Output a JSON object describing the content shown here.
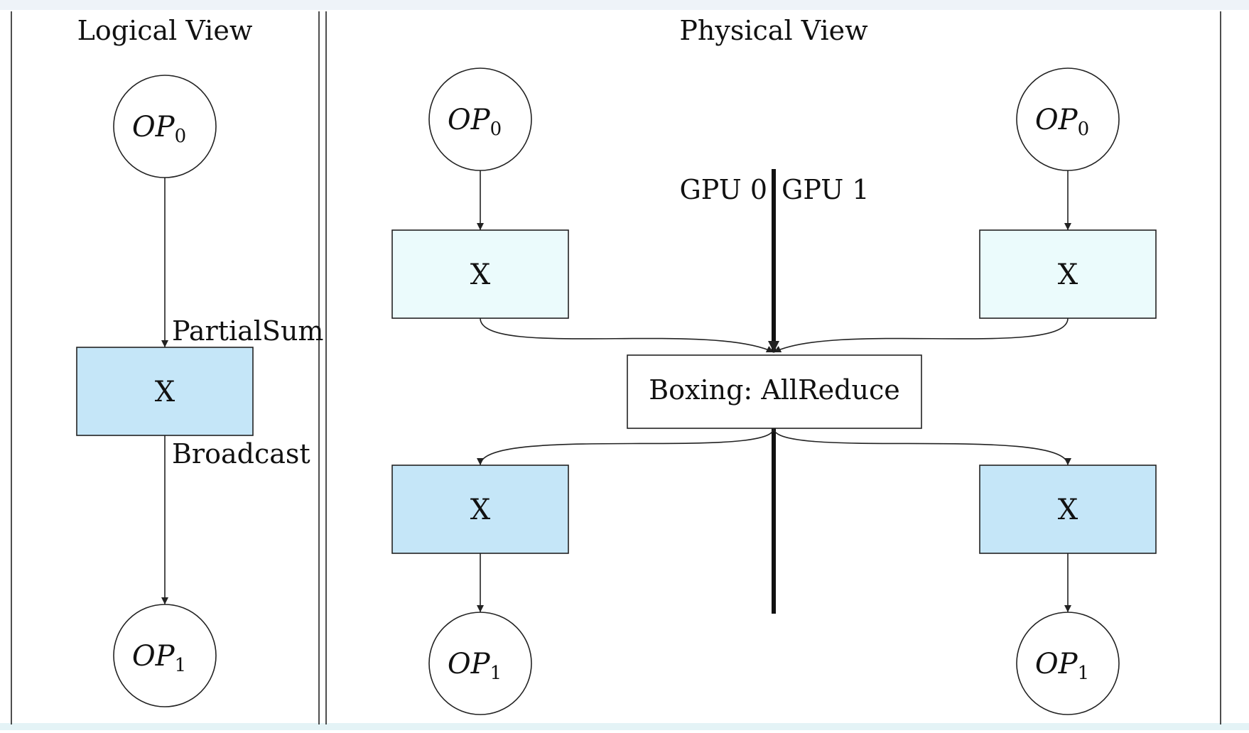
{
  "panels": {
    "logical_title": "Logical View",
    "physical_title": "Physical View"
  },
  "logical": {
    "op_top": {
      "base": "OP",
      "sub": "0"
    },
    "box_label": "X",
    "op_bottom": {
      "base": "OP",
      "sub": "1"
    },
    "label_in": "PartialSum",
    "label_out": "Broadcast"
  },
  "physical": {
    "gpu0_label": "GPU 0",
    "gpu1_label": "GPU 1",
    "op_top_left": {
      "base": "OP",
      "sub": "0"
    },
    "op_top_right": {
      "base": "OP",
      "sub": "0"
    },
    "box_top_left": "X",
    "box_top_right": "X",
    "boxing_label": "Boxing: AllReduce",
    "box_bottom_left": "X",
    "box_bottom_right": "X",
    "op_bottom_left": {
      "base": "OP",
      "sub": "1"
    },
    "op_bottom_right": {
      "base": "OP",
      "sub": "1"
    }
  },
  "colors": {
    "partial_box_fill": "#ebfbfc",
    "broadcast_box_fill": "#c5e6f8",
    "stroke": "#222222"
  }
}
